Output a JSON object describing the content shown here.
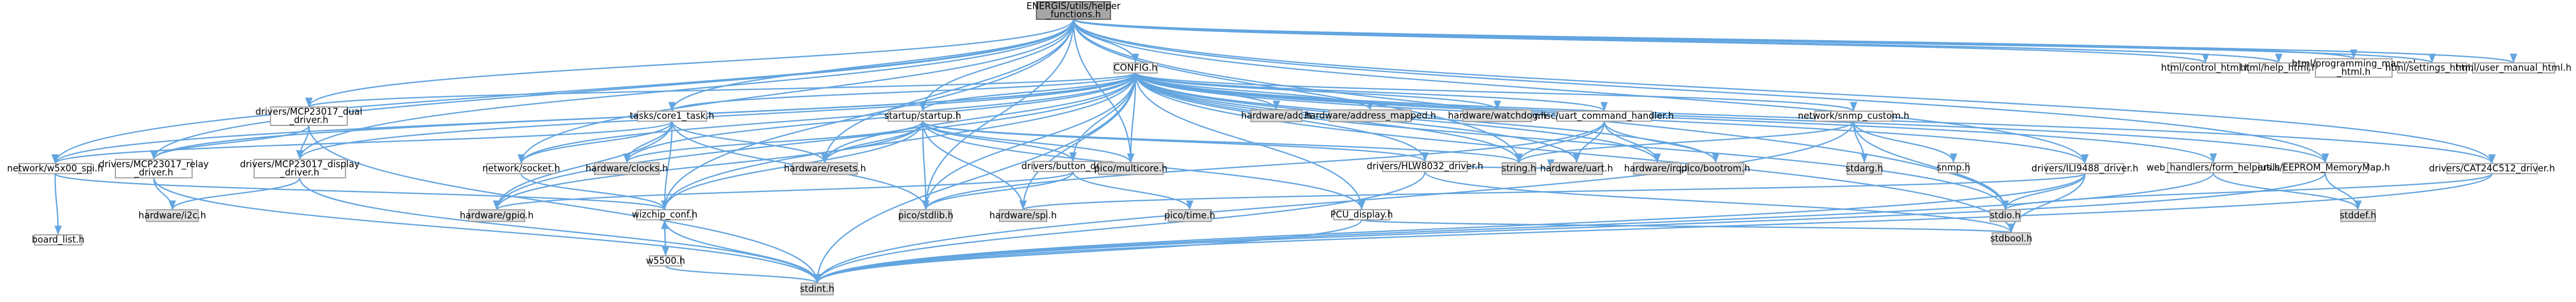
{
  "graph": {
    "root": "ENERGIS/utils/helper_functions.h",
    "nodes": [
      {
        "id": "root",
        "lines": [
          "ENERGIS/utils/helper",
          "_functions.h"
        ],
        "kind": "root"
      },
      {
        "id": "config",
        "lines": [
          "CONFIG.h"
        ],
        "kind": "white"
      },
      {
        "id": "html_control",
        "lines": [
          "html/control_html.h"
        ],
        "kind": "white"
      },
      {
        "id": "html_help",
        "lines": [
          "html/help_html.h"
        ],
        "kind": "white"
      },
      {
        "id": "html_prog",
        "lines": [
          "html/programming_manual",
          "_html.h"
        ],
        "kind": "white"
      },
      {
        "id": "html_settings",
        "lines": [
          "html/settings_html.h"
        ],
        "kind": "white"
      },
      {
        "id": "html_user",
        "lines": [
          "html/user_manual_html.h"
        ],
        "kind": "white"
      },
      {
        "id": "mcp_dual",
        "lines": [
          "drivers/MCP23017_dual",
          "_driver.h"
        ],
        "kind": "white"
      },
      {
        "id": "core1",
        "lines": [
          "tasks/core1_task.h"
        ],
        "kind": "white"
      },
      {
        "id": "startup",
        "lines": [
          "startup/startup.h"
        ],
        "kind": "white"
      },
      {
        "id": "hw_adc",
        "lines": [
          "hardware/adc.h"
        ],
        "kind": "grey"
      },
      {
        "id": "hw_addr",
        "lines": [
          "hardware/address_mapped.h"
        ],
        "kind": "grey"
      },
      {
        "id": "hw_watchdog",
        "lines": [
          "hardware/watchdog.h"
        ],
        "kind": "grey"
      },
      {
        "id": "uart_cmd",
        "lines": [
          "misc/uart_command_handler.h"
        ],
        "kind": "white"
      },
      {
        "id": "snmp_custom",
        "lines": [
          "network/snmp_custom.h"
        ],
        "kind": "white"
      },
      {
        "id": "w5x00",
        "lines": [
          "network/w5x00_spi.h"
        ],
        "kind": "white"
      },
      {
        "id": "mcp_relay",
        "lines": [
          "drivers/MCP23017_relay",
          "_driver.h"
        ],
        "kind": "white"
      },
      {
        "id": "mcp_display",
        "lines": [
          "drivers/MCP23017_display",
          "_driver.h"
        ],
        "kind": "white"
      },
      {
        "id": "socket",
        "lines": [
          "network/socket.h"
        ],
        "kind": "white"
      },
      {
        "id": "hw_clocks",
        "lines": [
          "hardware/clocks.h"
        ],
        "kind": "grey"
      },
      {
        "id": "hw_resets",
        "lines": [
          "hardware/resets.h"
        ],
        "kind": "grey"
      },
      {
        "id": "button",
        "lines": [
          "drivers/button_driver.h"
        ],
        "kind": "white"
      },
      {
        "id": "pico_multicore",
        "lines": [
          "pico/multicore.h"
        ],
        "kind": "grey"
      },
      {
        "id": "hlw8032",
        "lines": [
          "drivers/HLW8032_driver.h"
        ],
        "kind": "white"
      },
      {
        "id": "string",
        "lines": [
          "string.h"
        ],
        "kind": "grey"
      },
      {
        "id": "hw_uart",
        "lines": [
          "hardware/uart.h"
        ],
        "kind": "grey"
      },
      {
        "id": "hw_irq",
        "lines": [
          "hardware/irq.h"
        ],
        "kind": "grey"
      },
      {
        "id": "pico_bootrom",
        "lines": [
          "pico/bootrom.h"
        ],
        "kind": "grey"
      },
      {
        "id": "stdarg",
        "lines": [
          "stdarg.h"
        ],
        "kind": "grey"
      },
      {
        "id": "snmp",
        "lines": [
          "snmp.h"
        ],
        "kind": "white"
      },
      {
        "id": "ili9488",
        "lines": [
          "drivers/ILI9488_driver.h"
        ],
        "kind": "white"
      },
      {
        "id": "form_helpers",
        "lines": [
          "web_handlers/form_helpers.h"
        ],
        "kind": "white"
      },
      {
        "id": "eeprom",
        "lines": [
          "utils/EEPROM_MemoryMap.h"
        ],
        "kind": "white"
      },
      {
        "id": "cat24",
        "lines": [
          "drivers/CAT24C512_driver.h"
        ],
        "kind": "white"
      },
      {
        "id": "board_list",
        "lines": [
          "board_list.h"
        ],
        "kind": "white"
      },
      {
        "id": "hw_i2c",
        "lines": [
          "hardware/i2c.h"
        ],
        "kind": "grey"
      },
      {
        "id": "hw_gpio",
        "lines": [
          "hardware/gpio.h"
        ],
        "kind": "grey"
      },
      {
        "id": "wizchip",
        "lines": [
          "wizchip_conf.h"
        ],
        "kind": "white"
      },
      {
        "id": "pico_stdlib",
        "lines": [
          "pico/stdlib.h"
        ],
        "kind": "grey"
      },
      {
        "id": "hw_spi",
        "lines": [
          "hardware/spi.h"
        ],
        "kind": "grey"
      },
      {
        "id": "pico_time",
        "lines": [
          "pico/time.h"
        ],
        "kind": "grey"
      },
      {
        "id": "pcu_display",
        "lines": [
          "PCU_display.h"
        ],
        "kind": "white"
      },
      {
        "id": "stdio",
        "lines": [
          "stdio.h"
        ],
        "kind": "grey"
      },
      {
        "id": "stdbool",
        "lines": [
          "stdbool.h"
        ],
        "kind": "grey"
      },
      {
        "id": "stddef",
        "lines": [
          "stddef.h"
        ],
        "kind": "grey"
      },
      {
        "id": "w5500",
        "lines": [
          "w5500.h"
        ],
        "kind": "white"
      },
      {
        "id": "stdint",
        "lines": [
          "stdint.h"
        ],
        "kind": "grey"
      }
    ],
    "edges": [
      [
        "root",
        "config"
      ],
      [
        "root",
        "html_control"
      ],
      [
        "root",
        "html_help"
      ],
      [
        "root",
        "html_prog"
      ],
      [
        "root",
        "html_settings"
      ],
      [
        "root",
        "html_user"
      ],
      [
        "root",
        "mcp_dual"
      ],
      [
        "root",
        "core1"
      ],
      [
        "root",
        "startup"
      ],
      [
        "root",
        "w5x00"
      ],
      [
        "root",
        "mcp_relay"
      ],
      [
        "root",
        "mcp_display"
      ],
      [
        "root",
        "socket"
      ],
      [
        "root",
        "hw_resets"
      ],
      [
        "root",
        "pico_multicore"
      ],
      [
        "root",
        "string"
      ],
      [
        "root",
        "ili9488"
      ],
      [
        "root",
        "eeprom"
      ],
      [
        "root",
        "cat24"
      ],
      [
        "root",
        "wizchip"
      ],
      [
        "root",
        "pico_stdlib"
      ],
      [
        "root",
        "stdio"
      ],
      [
        "config",
        "hw_adc"
      ],
      [
        "config",
        "hw_addr"
      ],
      [
        "config",
        "hw_watchdog"
      ],
      [
        "config",
        "uart_cmd"
      ],
      [
        "config",
        "snmp_custom"
      ],
      [
        "config",
        "core1"
      ],
      [
        "config",
        "startup"
      ],
      [
        "config",
        "mcp_dual"
      ],
      [
        "config",
        "w5x00"
      ],
      [
        "config",
        "mcp_relay"
      ],
      [
        "config",
        "mcp_display"
      ],
      [
        "config",
        "socket"
      ],
      [
        "config",
        "hw_clocks"
      ],
      [
        "config",
        "hw_resets"
      ],
      [
        "config",
        "button"
      ],
      [
        "config",
        "pico_multicore"
      ],
      [
        "config",
        "hlw8032"
      ],
      [
        "config",
        "string"
      ],
      [
        "config",
        "hw_uart"
      ],
      [
        "config",
        "hw_irq"
      ],
      [
        "config",
        "pico_bootrom"
      ],
      [
        "config",
        "ili9488"
      ],
      [
        "config",
        "form_helpers"
      ],
      [
        "config",
        "eeprom"
      ],
      [
        "config",
        "cat24"
      ],
      [
        "config",
        "hw_gpio"
      ],
      [
        "config",
        "wizchip"
      ],
      [
        "config",
        "pico_stdlib"
      ],
      [
        "config",
        "hw_spi"
      ],
      [
        "config",
        "pcu_display"
      ],
      [
        "config",
        "stdio"
      ],
      [
        "config",
        "stdbool"
      ],
      [
        "config",
        "stdint"
      ],
      [
        "mcp_dual",
        "mcp_relay"
      ],
      [
        "mcp_dual",
        "mcp_display"
      ],
      [
        "mcp_dual",
        "stdint"
      ],
      [
        "core1",
        "hw_clocks"
      ],
      [
        "core1",
        "hw_resets"
      ],
      [
        "core1",
        "socket"
      ],
      [
        "core1",
        "w5x00"
      ],
      [
        "core1",
        "wizchip"
      ],
      [
        "core1",
        "pico_stdlib"
      ],
      [
        "core1",
        "hw_gpio"
      ],
      [
        "startup",
        "hw_clocks"
      ],
      [
        "startup",
        "hw_resets"
      ],
      [
        "startup",
        "button"
      ],
      [
        "startup",
        "pico_multicore"
      ],
      [
        "startup",
        "hlw8032"
      ],
      [
        "startup",
        "string"
      ],
      [
        "startup",
        "pico_stdlib"
      ],
      [
        "startup",
        "hw_spi"
      ],
      [
        "startup",
        "hw_gpio"
      ],
      [
        "startup",
        "wizchip"
      ],
      [
        "startup",
        "pcu_display"
      ],
      [
        "uart_cmd",
        "string"
      ],
      [
        "uart_cmd",
        "hw_uart"
      ],
      [
        "uart_cmd",
        "hw_irq"
      ],
      [
        "uart_cmd",
        "pico_bootrom"
      ],
      [
        "uart_cmd",
        "pico_stdlib"
      ],
      [
        "snmp_custom",
        "stdarg"
      ],
      [
        "snmp_custom",
        "snmp"
      ],
      [
        "snmp_custom",
        "stdio"
      ],
      [
        "snmp_custom",
        "string"
      ],
      [
        "snmp_custom",
        "stdint"
      ],
      [
        "w5x00",
        "board_list"
      ],
      [
        "w5x00",
        "wizchip"
      ],
      [
        "mcp_relay",
        "hw_i2c"
      ],
      [
        "mcp_relay",
        "stdint"
      ],
      [
        "mcp_display",
        "hw_i2c"
      ],
      [
        "mcp_display",
        "stdint"
      ],
      [
        "socket",
        "wizchip"
      ],
      [
        "button",
        "pico_stdlib"
      ],
      [
        "button",
        "pico_time"
      ],
      [
        "button",
        "hw_gpio"
      ],
      [
        "hlw8032",
        "stdint"
      ],
      [
        "hlw8032",
        "stdbool"
      ],
      [
        "hlw8032",
        "hw_uart"
      ],
      [
        "ili9488",
        "stdint"
      ],
      [
        "ili9488",
        "stdbool"
      ],
      [
        "ili9488",
        "hw_spi"
      ],
      [
        "ili9488",
        "stdio"
      ],
      [
        "form_helpers",
        "stddef"
      ],
      [
        "form_helpers",
        "stdint"
      ],
      [
        "eeprom",
        "stddef"
      ],
      [
        "eeprom",
        "stdint"
      ],
      [
        "cat24",
        "stdint"
      ],
      [
        "cat24",
        "stdio"
      ],
      [
        "wizchip",
        "stdint"
      ],
      [
        "wizchip",
        "w5500"
      ],
      [
        "w5500",
        "wizchip"
      ],
      [
        "w5500",
        "stdint"
      ],
      [
        "pcu_display",
        "stdint"
      ],
      [
        "pcu_display",
        "stdbool"
      ]
    ]
  }
}
